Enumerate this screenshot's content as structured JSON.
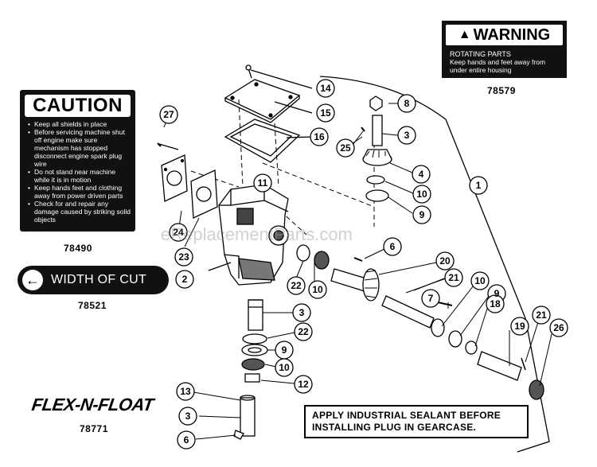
{
  "caution_decal": {
    "title": "CAUTION",
    "items": [
      "Keep all shields in place",
      "Before servicing machine shut off engine make sure mechanism has stopped disconnect engine spark plug wire",
      "Do not stand near machine while it is in motion",
      "Keep hands feet and clothing away from power driven parts",
      "Check for and repair any damage caused by striking solid objects"
    ],
    "part_number": "78490"
  },
  "warning_decal": {
    "title": "WARNING",
    "subtitle": "ROTATING PARTS",
    "body": "Keep hands and feet away from under entire housing",
    "part_number": "78579"
  },
  "width_of_cut_decal": {
    "label": "WIDTH OF CUT",
    "part_number": "78521"
  },
  "flex_n_float_decal": {
    "label": "FLEX-N-FLOAT",
    "part_number": "78771"
  },
  "sealant_note": {
    "line1": "APPLY INDUSTRIAL SEALANT BEFORE",
    "line2": "INSTALLING PLUG IN GEARCASE."
  },
  "watermark": "eReplacementParts.com",
  "callouts": [
    "14",
    "15",
    "16",
    "27",
    "11",
    "8",
    "3",
    "25",
    "4",
    "10",
    "9",
    "1",
    "24",
    "23",
    "2",
    "6",
    "20",
    "21",
    "10",
    "9",
    "7",
    "18",
    "19",
    "21",
    "26",
    "3",
    "22",
    "9",
    "10",
    "12",
    "13",
    "3",
    "6"
  ]
}
